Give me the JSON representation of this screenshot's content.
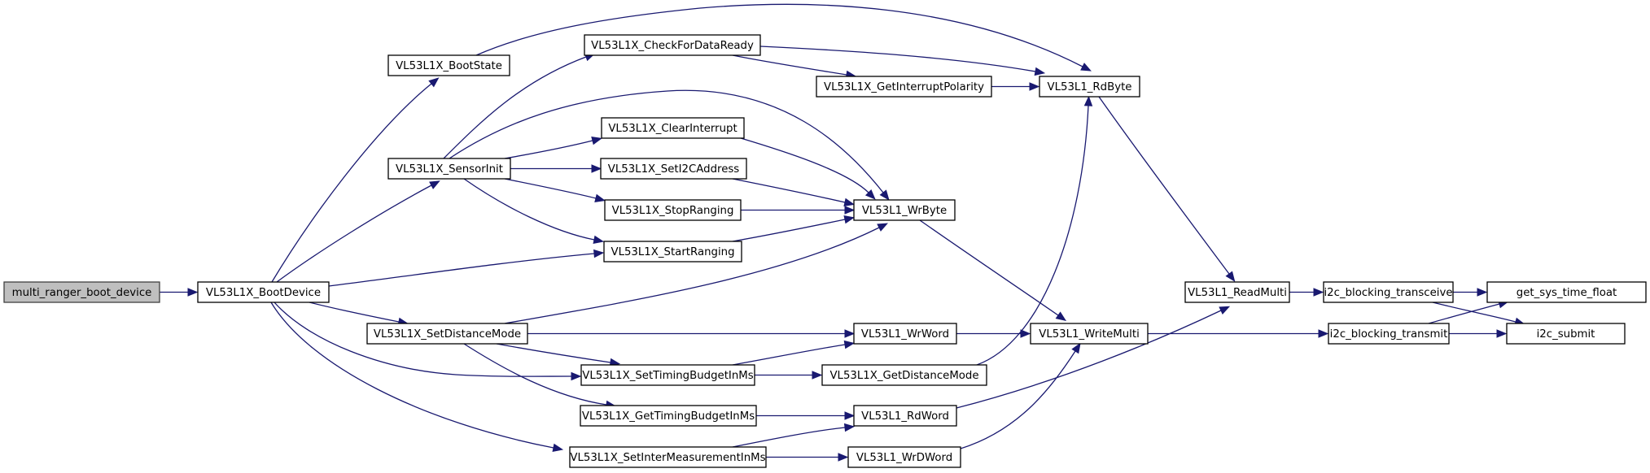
{
  "diagram": {
    "type": "call-graph",
    "root": "multi_ranger_boot_device",
    "colors": {
      "edge": "#191970",
      "root_fill": "#bfbfbf",
      "node_fill": "#ffffff",
      "node_border": "#000000"
    },
    "nodes": [
      {
        "id": "multi_ranger_boot_device",
        "label": "multi_ranger_boot_device",
        "root": true
      },
      {
        "id": "BootDevice",
        "label": "VL53L1X_BootDevice"
      },
      {
        "id": "BootState",
        "label": "VL53L1X_BootState"
      },
      {
        "id": "SensorInit",
        "label": "VL53L1X_SensorInit"
      },
      {
        "id": "SetDistanceMode",
        "label": "VL53L1X_SetDistanceMode"
      },
      {
        "id": "CheckForDataReady",
        "label": "VL53L1X_CheckForDataReady"
      },
      {
        "id": "ClearInterrupt",
        "label": "VL53L1X_ClearInterrupt"
      },
      {
        "id": "SetI2CAddress",
        "label": "VL53L1X_SetI2CAddress"
      },
      {
        "id": "StopRanging",
        "label": "VL53L1X_StopRanging"
      },
      {
        "id": "StartRanging",
        "label": "VL53L1X_StartRanging"
      },
      {
        "id": "SetTimingBudgetInMs",
        "label": "VL53L1X_SetTimingBudgetInMs"
      },
      {
        "id": "GetTimingBudgetInMs",
        "label": "VL53L1X_GetTimingBudgetInMs"
      },
      {
        "id": "SetInterMeasurementInMs",
        "label": "VL53L1X_SetInterMeasurementInMs"
      },
      {
        "id": "GetInterruptPolarity",
        "label": "VL53L1X_GetInterruptPolarity"
      },
      {
        "id": "WrByte",
        "label": "VL53L1_WrByte"
      },
      {
        "id": "WrWord",
        "label": "VL53L1_WrWord"
      },
      {
        "id": "GetDistanceMode",
        "label": "VL53L1X_GetDistanceMode"
      },
      {
        "id": "RdWord",
        "label": "VL53L1_RdWord"
      },
      {
        "id": "WrDWord",
        "label": "VL53L1_WrDWord"
      },
      {
        "id": "RdByte",
        "label": "VL53L1_RdByte"
      },
      {
        "id": "WriteMulti",
        "label": "VL53L1_WriteMulti"
      },
      {
        "id": "ReadMulti",
        "label": "VL53L1_ReadMulti"
      },
      {
        "id": "i2c_blocking_transceive",
        "label": "i2c_blocking_transceive"
      },
      {
        "id": "i2c_blocking_transmit",
        "label": "i2c_blocking_transmit"
      },
      {
        "id": "get_sys_time_float",
        "label": "get_sys_time_float"
      },
      {
        "id": "i2c_submit",
        "label": "i2c_submit"
      }
    ],
    "edges": [
      {
        "from": "multi_ranger_boot_device",
        "to": "BootDevice"
      },
      {
        "from": "BootDevice",
        "to": "BootState"
      },
      {
        "from": "BootDevice",
        "to": "SensorInit"
      },
      {
        "from": "BootDevice",
        "to": "StartRanging"
      },
      {
        "from": "BootDevice",
        "to": "SetDistanceMode"
      },
      {
        "from": "BootDevice",
        "to": "SetTimingBudgetInMs"
      },
      {
        "from": "BootDevice",
        "to": "SetInterMeasurementInMs"
      },
      {
        "from": "BootState",
        "to": "RdByte"
      },
      {
        "from": "SensorInit",
        "to": "CheckForDataReady"
      },
      {
        "from": "SensorInit",
        "to": "WrByte"
      },
      {
        "from": "SensorInit",
        "to": "ClearInterrupt"
      },
      {
        "from": "SensorInit",
        "to": "SetI2CAddress"
      },
      {
        "from": "SensorInit",
        "to": "StopRanging"
      },
      {
        "from": "SensorInit",
        "to": "StartRanging"
      },
      {
        "from": "CheckForDataReady",
        "to": "GetInterruptPolarity"
      },
      {
        "from": "CheckForDataReady",
        "to": "RdByte"
      },
      {
        "from": "GetInterruptPolarity",
        "to": "RdByte"
      },
      {
        "from": "ClearInterrupt",
        "to": "WrByte"
      },
      {
        "from": "SetI2CAddress",
        "to": "WrByte"
      },
      {
        "from": "StopRanging",
        "to": "WrByte"
      },
      {
        "from": "StartRanging",
        "to": "WrByte"
      },
      {
        "from": "SetDistanceMode",
        "to": "WrByte"
      },
      {
        "from": "SetDistanceMode",
        "to": "WrWord"
      },
      {
        "from": "SetDistanceMode",
        "to": "SetTimingBudgetInMs"
      },
      {
        "from": "SetDistanceMode",
        "to": "GetTimingBudgetInMs"
      },
      {
        "from": "SetTimingBudgetInMs",
        "to": "WrWord"
      },
      {
        "from": "SetTimingBudgetInMs",
        "to": "GetDistanceMode"
      },
      {
        "from": "GetTimingBudgetInMs",
        "to": "RdWord"
      },
      {
        "from": "SetInterMeasurementInMs",
        "to": "RdWord"
      },
      {
        "from": "SetInterMeasurementInMs",
        "to": "WrDWord"
      },
      {
        "from": "GetDistanceMode",
        "to": "RdByte"
      },
      {
        "from": "WrByte",
        "to": "WriteMulti"
      },
      {
        "from": "WrWord",
        "to": "WriteMulti"
      },
      {
        "from": "WrDWord",
        "to": "WriteMulti"
      },
      {
        "from": "RdByte",
        "to": "ReadMulti"
      },
      {
        "from": "RdWord",
        "to": "ReadMulti"
      },
      {
        "from": "WriteMulti",
        "to": "i2c_blocking_transmit"
      },
      {
        "from": "ReadMulti",
        "to": "i2c_blocking_transceive"
      },
      {
        "from": "i2c_blocking_transceive",
        "to": "get_sys_time_float"
      },
      {
        "from": "i2c_blocking_transceive",
        "to": "i2c_submit"
      },
      {
        "from": "i2c_blocking_transmit",
        "to": "get_sys_time_float"
      },
      {
        "from": "i2c_blocking_transmit",
        "to": "i2c_submit"
      }
    ]
  }
}
